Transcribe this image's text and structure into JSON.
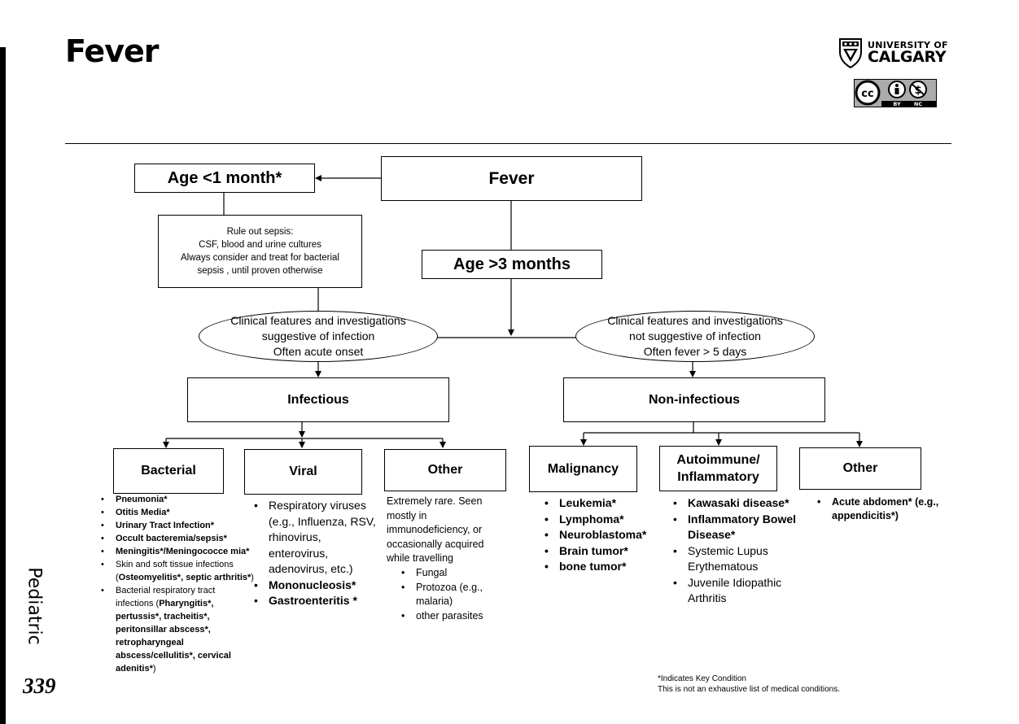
{
  "page": {
    "title": "Fever",
    "side_label": "Pediatric",
    "page_number": "339",
    "logo": {
      "line1": "UNIVERSITY OF",
      "line2": "CALGARY"
    },
    "license": {
      "icon": "cc-by-nc-badge",
      "by": "BY",
      "nc": "NC"
    }
  },
  "diagram": {
    "fever": "Fever",
    "age_under_1": "Age <1 month*",
    "age_over_3": "Age >3 months",
    "rule_out": {
      "lines": [
        "Rule out sepsis:",
        "CSF, blood and urine cultures",
        "Always consider and treat for bacterial",
        "sepsis , until proven otherwise"
      ]
    },
    "infection_features": {
      "lines": [
        "Clinical features and investigations",
        "suggestive of infection",
        "Often acute onset"
      ]
    },
    "non_infection_features": {
      "lines": [
        "Clinical features and investigations",
        "not suggestive of infection",
        "Often fever > 5 days"
      ]
    },
    "infectious": "Infectious",
    "non_infectious": "Non-infectious",
    "categories": {
      "bacterial": {
        "label": "Bacterial",
        "items": [
          {
            "b1": "Pneumonia*"
          },
          {
            "b1": "Otitis Media*"
          },
          {
            "b1": "Urinary Tract Infection*"
          },
          {
            "b1": "Occult bacteremia/sepsis*"
          },
          {
            "b1": "Meningitis*/Meningococce mia*"
          },
          {
            "t1": "Skin and soft tissue infections (",
            "b1": "Osteomyelitis*, septic arthritis*",
            "t2": ")"
          },
          {
            "t1": "Bacterial respiratory tract infections (",
            "b1": "Pharyngitis*, pertussis*, tracheitis*, peritonsillar abscess*, retropharyngeal abscess/cellulitis*, cervical adenitis*",
            "t2": ")"
          }
        ]
      },
      "viral": {
        "label": "Viral",
        "items": [
          {
            "t1": "Respiratory viruses (e.g., Influenza, RSV, rhinovirus, enterovirus, adenovirus, etc.)"
          },
          {
            "b1": "Mononucleosis*"
          },
          {
            "b1": "Gastroenteritis *"
          }
        ]
      },
      "other_infectious": {
        "label": "Other",
        "intro": "Extremely rare. Seen mostly in immunodeficiency, or occasionally acquired while travelling",
        "items": [
          "Fungal",
          "Protozoa (e.g., malaria)",
          "other parasites"
        ]
      },
      "malignancy": {
        "label": "Malignancy",
        "items": [
          "Leukemia*",
          "Lymphoma*",
          "Neuroblastoma*",
          "Brain tumor*",
          "bone tumor*"
        ]
      },
      "autoimmune": {
        "label_line1": "Autoimmune/",
        "label_line2": "Inflammatory",
        "items": [
          {
            "b1": "Kawasaki disease*"
          },
          {
            "b1": "Inflammatory Bowel Disease*"
          },
          {
            "t1": "Systemic Lupus Erythematous"
          },
          {
            "t1": "Juvenile Idiopathic Arthritis"
          }
        ]
      },
      "other_noninfectious": {
        "label": "Other",
        "items": [
          {
            "b1": "Acute abdomen* (e.g., appendicitis*)"
          }
        ]
      }
    },
    "footnote": {
      "line1": "*Indicates Key Condition",
      "line2": "This is not an exhaustive list of medical conditions."
    }
  }
}
